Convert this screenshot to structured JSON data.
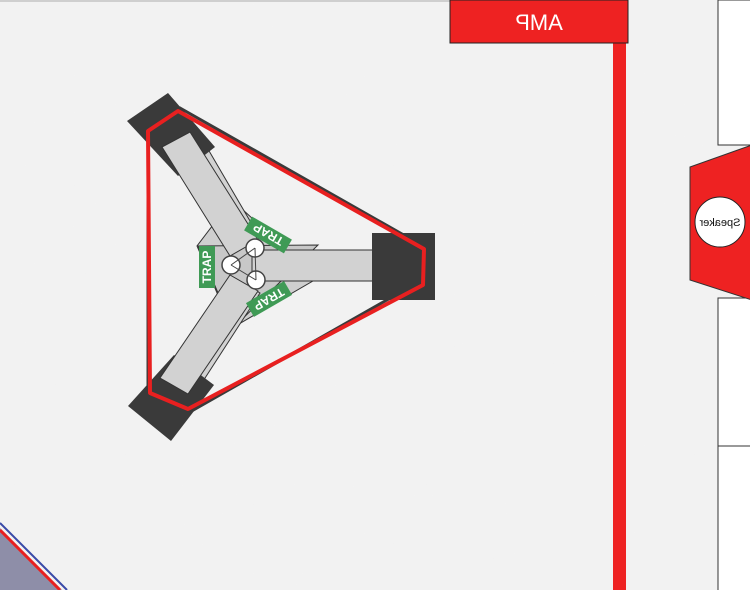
{
  "field": {
    "amp": {
      "label": "AMP"
    },
    "speaker": {
      "label": "Speaker"
    },
    "stage": {
      "trap_labels": [
        "TRAP",
        "TRAP",
        "TRAP"
      ]
    },
    "colors": {
      "alliance_red": "#ee2222",
      "tape_red": "#e82020",
      "truss_dark": "#3a3a3a",
      "stage_gray": "#d0d0d0",
      "trap_green": "#3f9a55",
      "wall_white": "#ffffff",
      "blue_edge": "#3a4aa8",
      "carpet": "#f3f3f3"
    }
  }
}
